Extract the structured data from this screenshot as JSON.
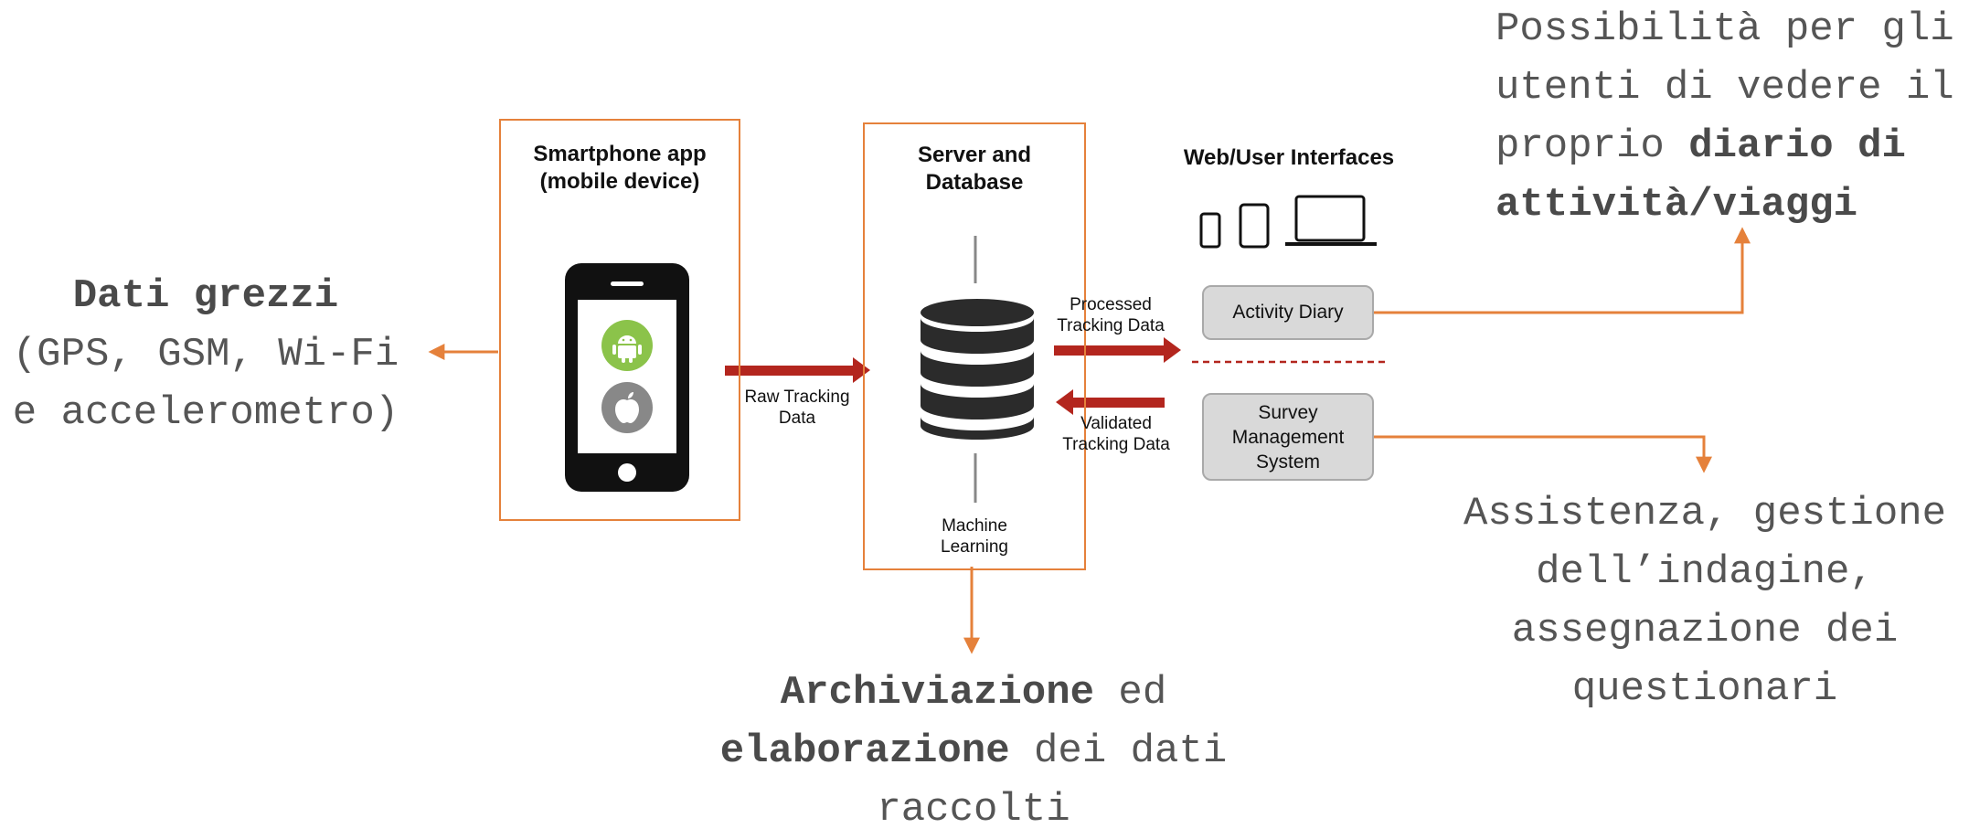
{
  "annotations": {
    "raw_data": {
      "bold": "Dati grezzi",
      "line2": "(GPS, GSM, Wi-Fi",
      "line3": "e accelerometro)"
    },
    "storage": {
      "bold1": "Archiviazione",
      "rest1": " ed",
      "bold2": "elaborazione",
      "rest2": " dei dati",
      "line3": "raccolti"
    },
    "diary_view": {
      "line1": "Possibilità per gli",
      "line2": "utenti di vedere il",
      "line3_plain": "proprio ",
      "line3_bold": "diario di",
      "line4_bold": "attività/viaggi"
    },
    "survey_mgmt": {
      "line1": "Assistenza, gestione",
      "line2": "dell’indagine,",
      "line3": "assegnazione dei",
      "line4": "questionari"
    }
  },
  "diagram": {
    "smartphone_title": [
      "Smartphone app",
      "(mobile device)"
    ],
    "server_title": [
      "Server and",
      "Database"
    ],
    "web_title": "Web/User Interfaces",
    "raw_tracking": [
      "Raw Tracking",
      "Data"
    ],
    "processed": [
      "Processed",
      "Tracking Data"
    ],
    "validated": [
      "Validated",
      "Tracking Data"
    ],
    "machine_learning": [
      "Machine",
      "Learning"
    ],
    "activity_diary": "Activity Diary",
    "survey_system": [
      "Survey",
      "Management",
      "System"
    ]
  },
  "colors": {
    "accent_orange": "#e5813b",
    "arrow_red": "#b3261e",
    "android_green": "#8bc34a"
  },
  "icons": [
    "phone-icon",
    "android-icon",
    "apple-icon",
    "database-icon",
    "small-phone-icon",
    "tablet-icon",
    "laptop-icon"
  ]
}
